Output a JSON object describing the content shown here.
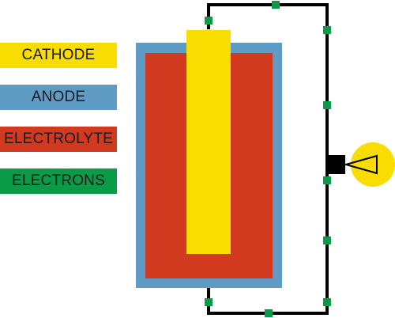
{
  "legend": {
    "items": [
      {
        "key": "cathode",
        "label": "CATHODE",
        "color": "#f9dc00"
      },
      {
        "key": "anode",
        "label": "ANODE",
        "color": "#5f9bc2"
      },
      {
        "key": "electrolyte",
        "label": "ELECTROLYTE",
        "color": "#d13a1e"
      },
      {
        "key": "electrons",
        "label": "ELECTRONS",
        "color": "#0a9a48"
      }
    ]
  },
  "colors": {
    "wire": "#000000",
    "bulb_glass": "#f9dc00",
    "bulb_base": "#000000"
  }
}
